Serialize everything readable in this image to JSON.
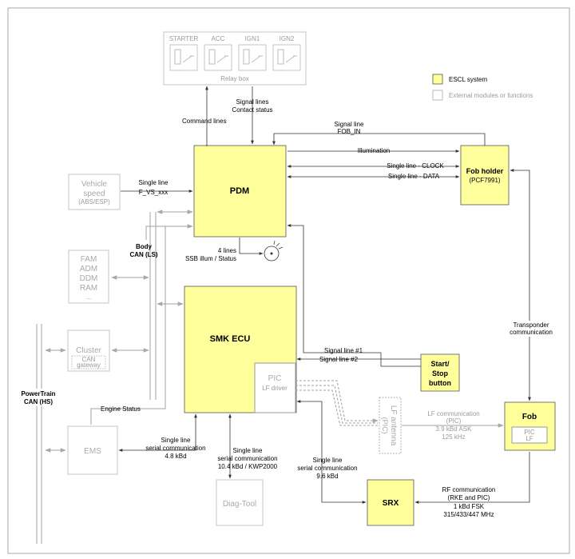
{
  "relay_box": {
    "title": "Relay box",
    "relays": [
      "STARTER",
      "ACC",
      "IGN1",
      "IGN2"
    ]
  },
  "legend": {
    "escl": "ESCL system",
    "external": "External modules or functions"
  },
  "blocks": {
    "pdm": "PDM",
    "smk_ecu": "SMK ECU",
    "fob_holder": "Fob holder",
    "fob_holder_sub": "(PCF7991)",
    "fob": "Fob",
    "fob_pic": "PIC",
    "fob_lf": "LF",
    "srx": "SRX",
    "start_stop": [
      "Start/",
      "Stop",
      "button"
    ],
    "pic_driver_title": "PIC",
    "pic_driver_sub": "LF driver",
    "vehicle_speed": [
      "Vehicle",
      "speed",
      "(ABS/ESP)"
    ],
    "fam_list": [
      "FAM",
      "ADM",
      "DDM",
      "RAM",
      "..."
    ],
    "cluster": "Cluster",
    "cluster_inner": [
      "CAN",
      "gateway"
    ],
    "ems": "EMS",
    "diag_tool": "Diag-Tool",
    "lf_antenna": [
      "LF antenna",
      "(PIC)"
    ]
  },
  "buses": {
    "body_can": [
      "Body",
      "CAN (LS)"
    ],
    "powertrain_can": [
      "PowerTrain",
      "CAN (HS)"
    ]
  },
  "labels": {
    "command_lines": "Command lines",
    "signal_lines": [
      "Signal lines",
      "Contact status"
    ],
    "signal_line_fob": [
      "Signal line",
      "FOB_IN"
    ],
    "illumination": "Illumination",
    "clock": "Single line - CLOCK",
    "data": "Single line - DATA",
    "vs_line": [
      "Single line",
      "F_VS_xxx"
    ],
    "four_lines": [
      "4 lines",
      "SSB illum / Status"
    ],
    "transponder": [
      "Transponder",
      "communication"
    ],
    "signal1": "Signal line #1",
    "signal2": "Signal line #2",
    "engine_status": "Engine Status",
    "lf_comm": [
      "LF communication",
      "(PIC)",
      "3.9 kBd ASK",
      "125 kHz"
    ],
    "ems_comm": [
      "Single line",
      "serial communication",
      "4.8 kBd"
    ],
    "diag_comm": [
      "Single line",
      "serial communication",
      "10.4 kBd / KWP2000"
    ],
    "srx_comm": [
      "Single line",
      "serial communication",
      "9.6 kBd"
    ],
    "rf_comm": [
      "RF communication",
      "(RKE and PIC)",
      "1 kBd FSK",
      "315/433/447 MHz"
    ]
  }
}
